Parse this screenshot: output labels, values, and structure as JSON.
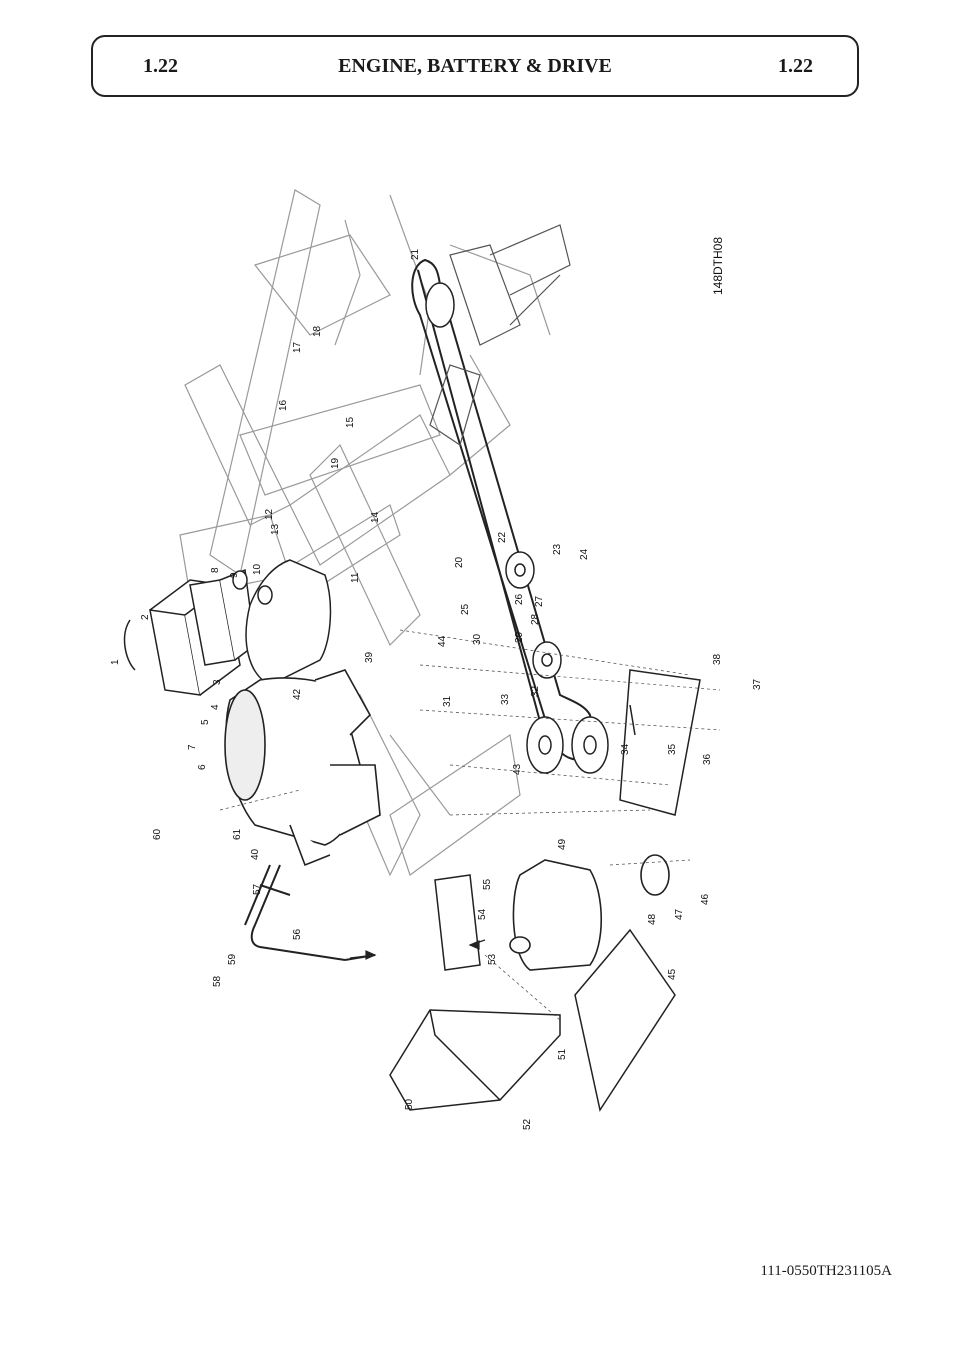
{
  "header": {
    "section_left": "1.22",
    "title": "ENGINE, BATTERY & DRIVE",
    "section_right": "1.22"
  },
  "diagram": {
    "code": "148DTH08",
    "labels": [
      "1",
      "2",
      "3",
      "4",
      "5",
      "6",
      "7",
      "8",
      "9",
      "10",
      "11",
      "12",
      "13",
      "14",
      "15",
      "16",
      "17",
      "18",
      "19",
      "20",
      "21",
      "22",
      "23",
      "24",
      "25",
      "26",
      "27",
      "28",
      "29",
      "30",
      "31",
      "32",
      "33",
      "34",
      "35",
      "36",
      "37",
      "38",
      "39",
      "40",
      "42",
      "43",
      "44",
      "45",
      "46",
      "47",
      "48",
      "49",
      "50",
      "51",
      "52",
      "53",
      "54",
      "55",
      "56",
      "57",
      "58",
      "59",
      "60",
      "61"
    ]
  },
  "footer": {
    "reference": "111-0550TH231105A"
  },
  "colors": {
    "line": "#222222",
    "frame_line": "#9a9a9a"
  }
}
